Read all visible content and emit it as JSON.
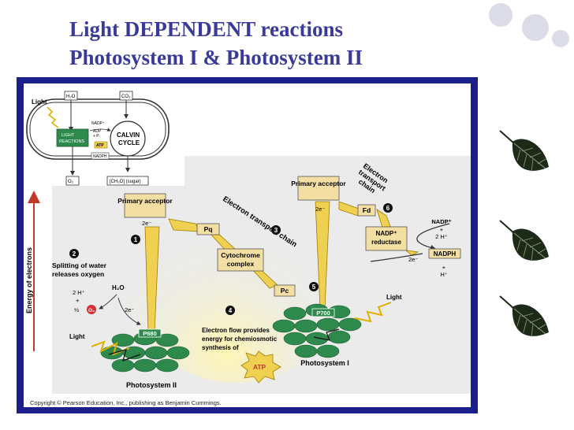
{
  "slide": {
    "title_line1": "Light DEPENDENT reactions",
    "title_line2": "Photosystem I & Photosystem II"
  },
  "inset": {
    "light": "Light",
    "h2o": "H₂O",
    "co2": "CO₂",
    "nadp": "NADP⁺",
    "adp": "ADP",
    "pi": "+ Pᵢ",
    "light_reactions_1": "LIGHT",
    "light_reactions_2": "REACTIONS",
    "calvin_1": "CALVIN",
    "calvin_2": "CYCLE",
    "atp": "ATP",
    "nadph": "NADPH",
    "o2": "O₂",
    "sugar": "[CH₂O] (sugar)"
  },
  "diagram": {
    "y_axis_label": "Energy of electrons",
    "primary_acceptor_1": "Primary acceptor",
    "primary_acceptor_2": "Primary acceptor",
    "step1": "1",
    "step2": "2",
    "step3": "3",
    "step4": "4",
    "step5": "5",
    "step6": "6",
    "splitting_water_1": "Splitting of water",
    "splitting_water_2": "releases oxygen",
    "h2o": "H₂O",
    "two_h": "2 H⁺",
    "plus": "+",
    "half": "½",
    "o2": "O₂",
    "two_e_1": "2e⁻",
    "two_e_2": "2e⁻",
    "two_e_3": "2e⁻",
    "two_e_4": "2e⁻",
    "light_1": "Light",
    "light_2": "Light",
    "p680": "P680",
    "p700": "P700",
    "photosystem_ii": "Photosystem II",
    "photosystem_i": "Photosystem I",
    "pq": "Pq",
    "cytochrome_1": "Cytochrome",
    "cytochrome_2": "complex",
    "pc": "Pc",
    "fd": "Fd",
    "etc_1": "Electron transport chain",
    "etc_2_line1": "Electron",
    "etc_2_line2": "transport",
    "etc_2_line3": "chain",
    "nadp_reductase_1": "NADP⁺",
    "nadp_reductase_2": "reductase",
    "nadp_plus": "NADP⁺",
    "plus_2h": "+",
    "two_h_plus": "2 H⁺",
    "nadph": "NADPH",
    "plus_h": "+",
    "h_plus": "H⁺",
    "electron_flow_1": "Electron flow provides",
    "electron_flow_2": "energy for chemiosmotic",
    "electron_flow_3": "synthesis of",
    "atp": "ATP",
    "copyright": "Copyright © Pearson Education, Inc., publishing as Benjamin Cummings."
  },
  "colors": {
    "title": "#3a3a9a",
    "frame": "#1b1f8c",
    "panel_bg": "#ebebeb",
    "box_fill": "#f3dfa3",
    "arrow_fill": "#f0d050",
    "thylakoid": "#2e8a4c",
    "leaf": "#1e2a18"
  }
}
